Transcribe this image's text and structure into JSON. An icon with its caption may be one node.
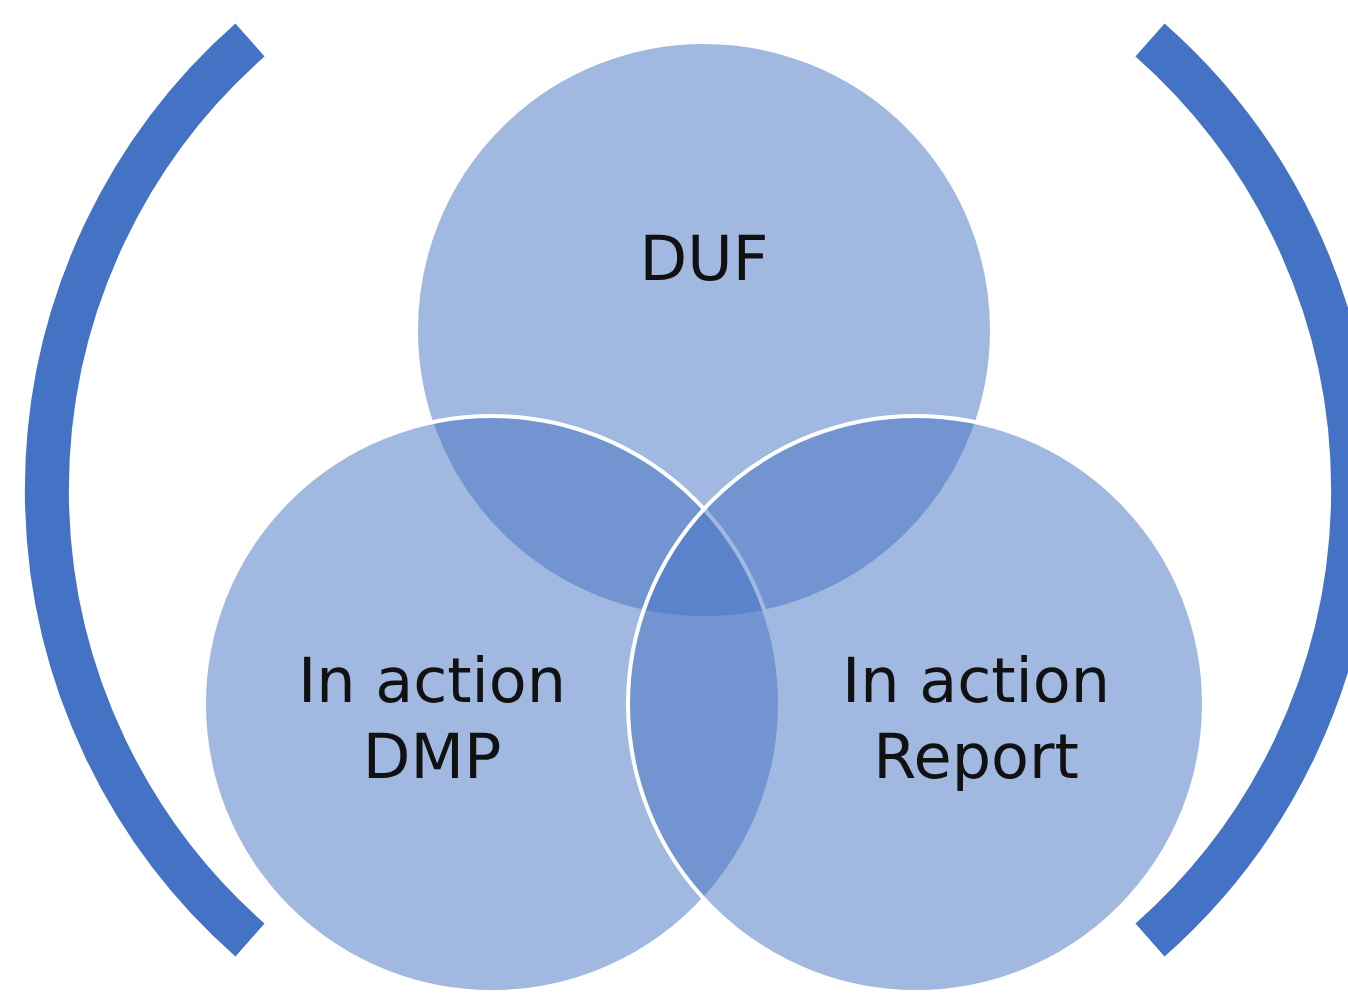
{
  "diagram": {
    "nodes": [
      {
        "text": [
          "DUF"
        ]
      },
      {
        "text": [
          "In action DMP"
        ]
      },
      {
        "text": [
          "In action Report"
        ]
      }
    ]
  }
}
